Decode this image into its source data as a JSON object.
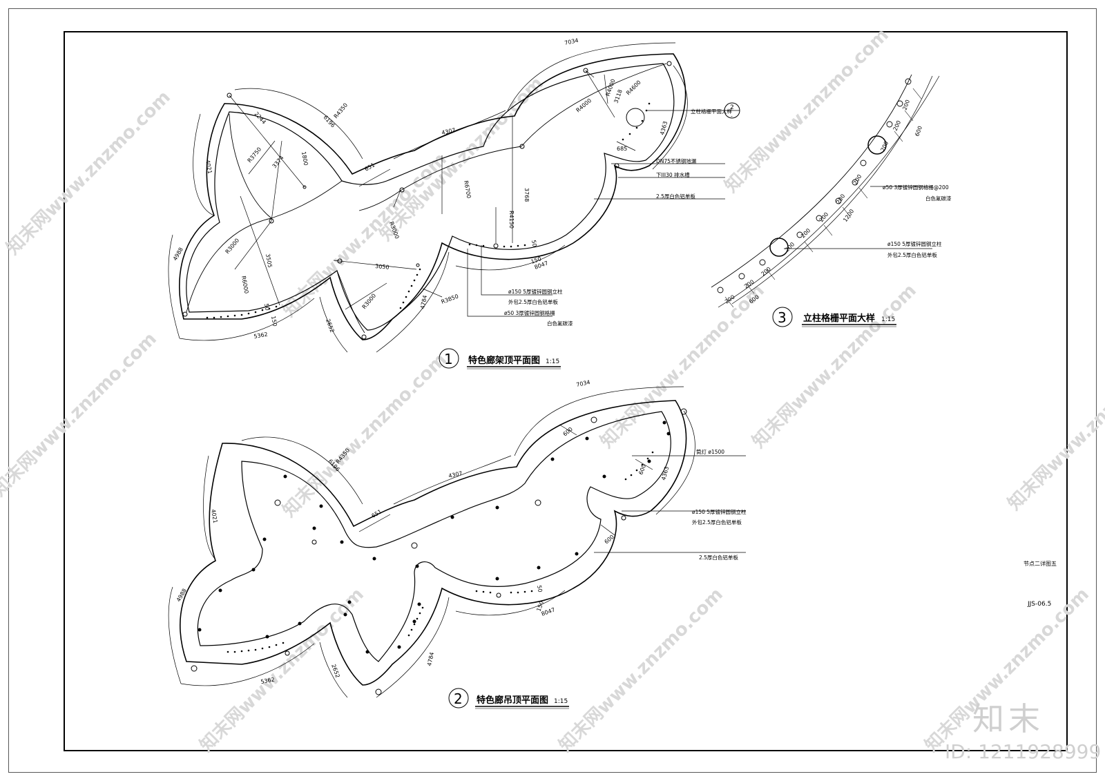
{
  "sheet": {
    "code": "JJS-06.5",
    "note": "节点二详图五",
    "logo": "知末",
    "id_text": "ID: 1211928999",
    "watermark": "知末网www.znzmo.com"
  },
  "plan1": {
    "number": "1",
    "title": "特色廊架顶平面图",
    "scale": "1:15",
    "dims": {
      "d7034": "7034",
      "d6196": "6196",
      "d4350": "R4350",
      "d2244": "2244",
      "d4021": "4021",
      "d3750": "R3750",
      "d1800": "1800",
      "d3374": "3374",
      "d651": "651",
      "d4307": "4307",
      "d4988": "4988",
      "d3000a": "R3000",
      "d3505": "3505",
      "d6000": "R6000",
      "d50a": "50",
      "d150a": "150",
      "d5362": "5362",
      "d2652": "2652",
      "d3050": "3050",
      "d3000b": "R3000",
      "d3000c": "R3000",
      "d4784": "4784",
      "d3850": "R3850",
      "d6700": "R6700",
      "d3768": "3768",
      "d4150": "R4150",
      "d4000a": "R4000",
      "d4000b": "R4000",
      "d3118": "3118",
      "d4600": "R4600",
      "d4363": "4363",
      "d685": "685",
      "d8047": "8047",
      "d50b": "50",
      "d150b": "150"
    },
    "notes": {
      "ref_label": "立柱格栅平面大样",
      "ref_num": "2",
      "ref_sheet": "-",
      "drain_pipe": "DN75不锈钢地漏",
      "drain_slot": "下III30 排水槽",
      "plate": "2.5厚白色铝单板",
      "col150": "ø150 5厚镀锌圆钢立柱",
      "col150b": "外包2.5厚白色铝单板",
      "col50": "ø50 3厚镀锌圆钢格栅",
      "col50b": "白色氟碳漆"
    }
  },
  "plan2": {
    "number": "2",
    "title": "特色廊吊顶平面图",
    "scale": "1:15",
    "dims": {
      "d7034": "7034",
      "d6196": "6196",
      "d4350": "R4350",
      "d4021": "4021",
      "d651": "651",
      "d4307": "4307",
      "d600a": "600",
      "d600b": "600",
      "d600c": "600",
      "d4363": "4363",
      "d4988": "4988",
      "d5362": "5362",
      "d2652": "2652",
      "d4784": "4784",
      "d8047": "8047",
      "d50": "50",
      "d150": "150"
    },
    "notes": {
      "lamp": "筒灯 ø1500",
      "col150": "ø150 5厚镀锌圆钢立柱",
      "col150b": "外包2.5厚白色铝单板",
      "plate": "2.5厚白色铝单板"
    }
  },
  "plan3": {
    "number": "3",
    "title": "立柱格栅平面大样",
    "scale": "1:15",
    "dims": {
      "d200": "200",
      "d600": "600",
      "d1200": "1200"
    },
    "notes": {
      "col50": "ø50 3厚镀锌圆钢格栅@200",
      "col50b": "白色氟碳漆",
      "col150": "ø150 5厚镀锌圆钢立柱",
      "col150b": "外包2.5厚白色铝单板"
    }
  }
}
